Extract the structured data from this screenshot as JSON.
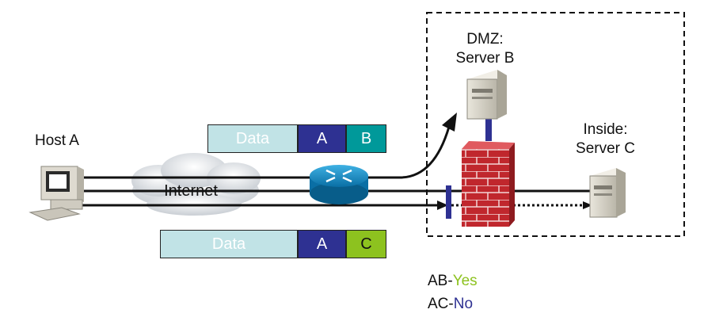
{
  "labels": {
    "host_a": "Host A",
    "internet": "Internet",
    "dmz_line1": "DMZ:",
    "dmz_line2": "Server B",
    "inside_line1": "Inside:",
    "inside_line2": "Server C"
  },
  "packet_top": {
    "data": "Data",
    "src": "A",
    "dst": "B"
  },
  "packet_bottom": {
    "data": "Data",
    "src": "A",
    "dst": "C"
  },
  "legend": {
    "ab_prefix": "AB-",
    "ab_value": "Yes",
    "ac_prefix": "AC-",
    "ac_value": "No"
  },
  "colors": {
    "yes": "#8dc21f",
    "no": "#2e3192",
    "data_cell": "#c1e3e6",
    "header_a": "#2e3192",
    "header_b": "#00999a",
    "header_c": "#8dc21f",
    "firewall_brick": "#c0272d"
  }
}
